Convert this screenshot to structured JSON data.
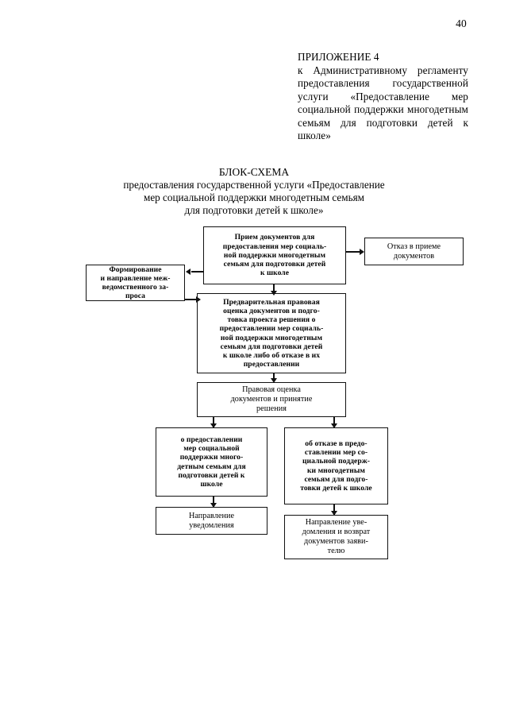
{
  "page": {
    "number": "40",
    "language": "ru"
  },
  "header": {
    "title": "ПРИЛОЖЕНИЕ 4",
    "body": "к Административному регламенту предоставления государственной услуги «Предоставление мер социальной поддержки многодетным семьям для подготовки детей к школе»"
  },
  "scheme": {
    "heading": "БЛОК-СХЕМА",
    "subheading": "предоставления государственной услуги «Предоставление\nмер социальной поддержки многодетным семьям\nдля подготовки детей к школе»"
  },
  "flowchart": {
    "type": "flowchart",
    "nodes": [
      {
        "id": "intake",
        "label": "Прием документов для\nпредоставления мер социаль-\nной поддержки многодетным\nсемьям для подготовки детей\nк школе"
      },
      {
        "id": "refusal-intake",
        "label": "Отказ в приеме\nдокументов"
      },
      {
        "id": "interagency-request",
        "label": "Формирование\nи направление меж-\nведомственного за-\nпроса"
      },
      {
        "id": "preliminary-review",
        "label": "Предварительная правовая\nоценка документов и подго-\nтовка проекта решения о\nпредоставлении мер социаль-\nной поддержки многодетным\nсемьям для подготовки детей\nк школе либо об отказе в их\nпредоставлении"
      },
      {
        "id": "legal-assessment",
        "label": "Правовая оценка\nдокументов и принятие\nрешения"
      },
      {
        "id": "decision-grant",
        "label": "о предоставлении\nмер социальной\nподдержки много-\nдетным семьям для\nподготовки детей к\nшколе"
      },
      {
        "id": "decision-refuse",
        "label": "об отказе в предо-\nставлении мер со-\nциальной поддерж-\nки многодетным\nсемьям для подго-\nтовки детей к школе"
      },
      {
        "id": "send-notice",
        "label": "Направление\nуведомления"
      },
      {
        "id": "send-notice-return",
        "label": "Направление уве-\nдомления и возврат\nдокументов заяви-\nтелю"
      }
    ],
    "edges": [
      {
        "from": "intake",
        "to": "refusal-intake",
        "direction": "right"
      },
      {
        "from": "intake",
        "to": "interagency-request",
        "direction": "left"
      },
      {
        "from": "intake",
        "to": "preliminary-review",
        "direction": "down"
      },
      {
        "from": "interagency-request",
        "to": "preliminary-review",
        "direction": "right"
      },
      {
        "from": "preliminary-review",
        "to": "legal-assessment",
        "direction": "down"
      },
      {
        "from": "legal-assessment",
        "to": "decision-grant",
        "direction": "down"
      },
      {
        "from": "legal-assessment",
        "to": "decision-refuse",
        "direction": "down"
      },
      {
        "from": "decision-grant",
        "to": "send-notice",
        "direction": "down"
      },
      {
        "from": "decision-refuse",
        "to": "send-notice-return",
        "direction": "down"
      }
    ]
  },
  "colors": {
    "page_background": "#ffffff",
    "ink": "#111111",
    "text": "#000000"
  }
}
